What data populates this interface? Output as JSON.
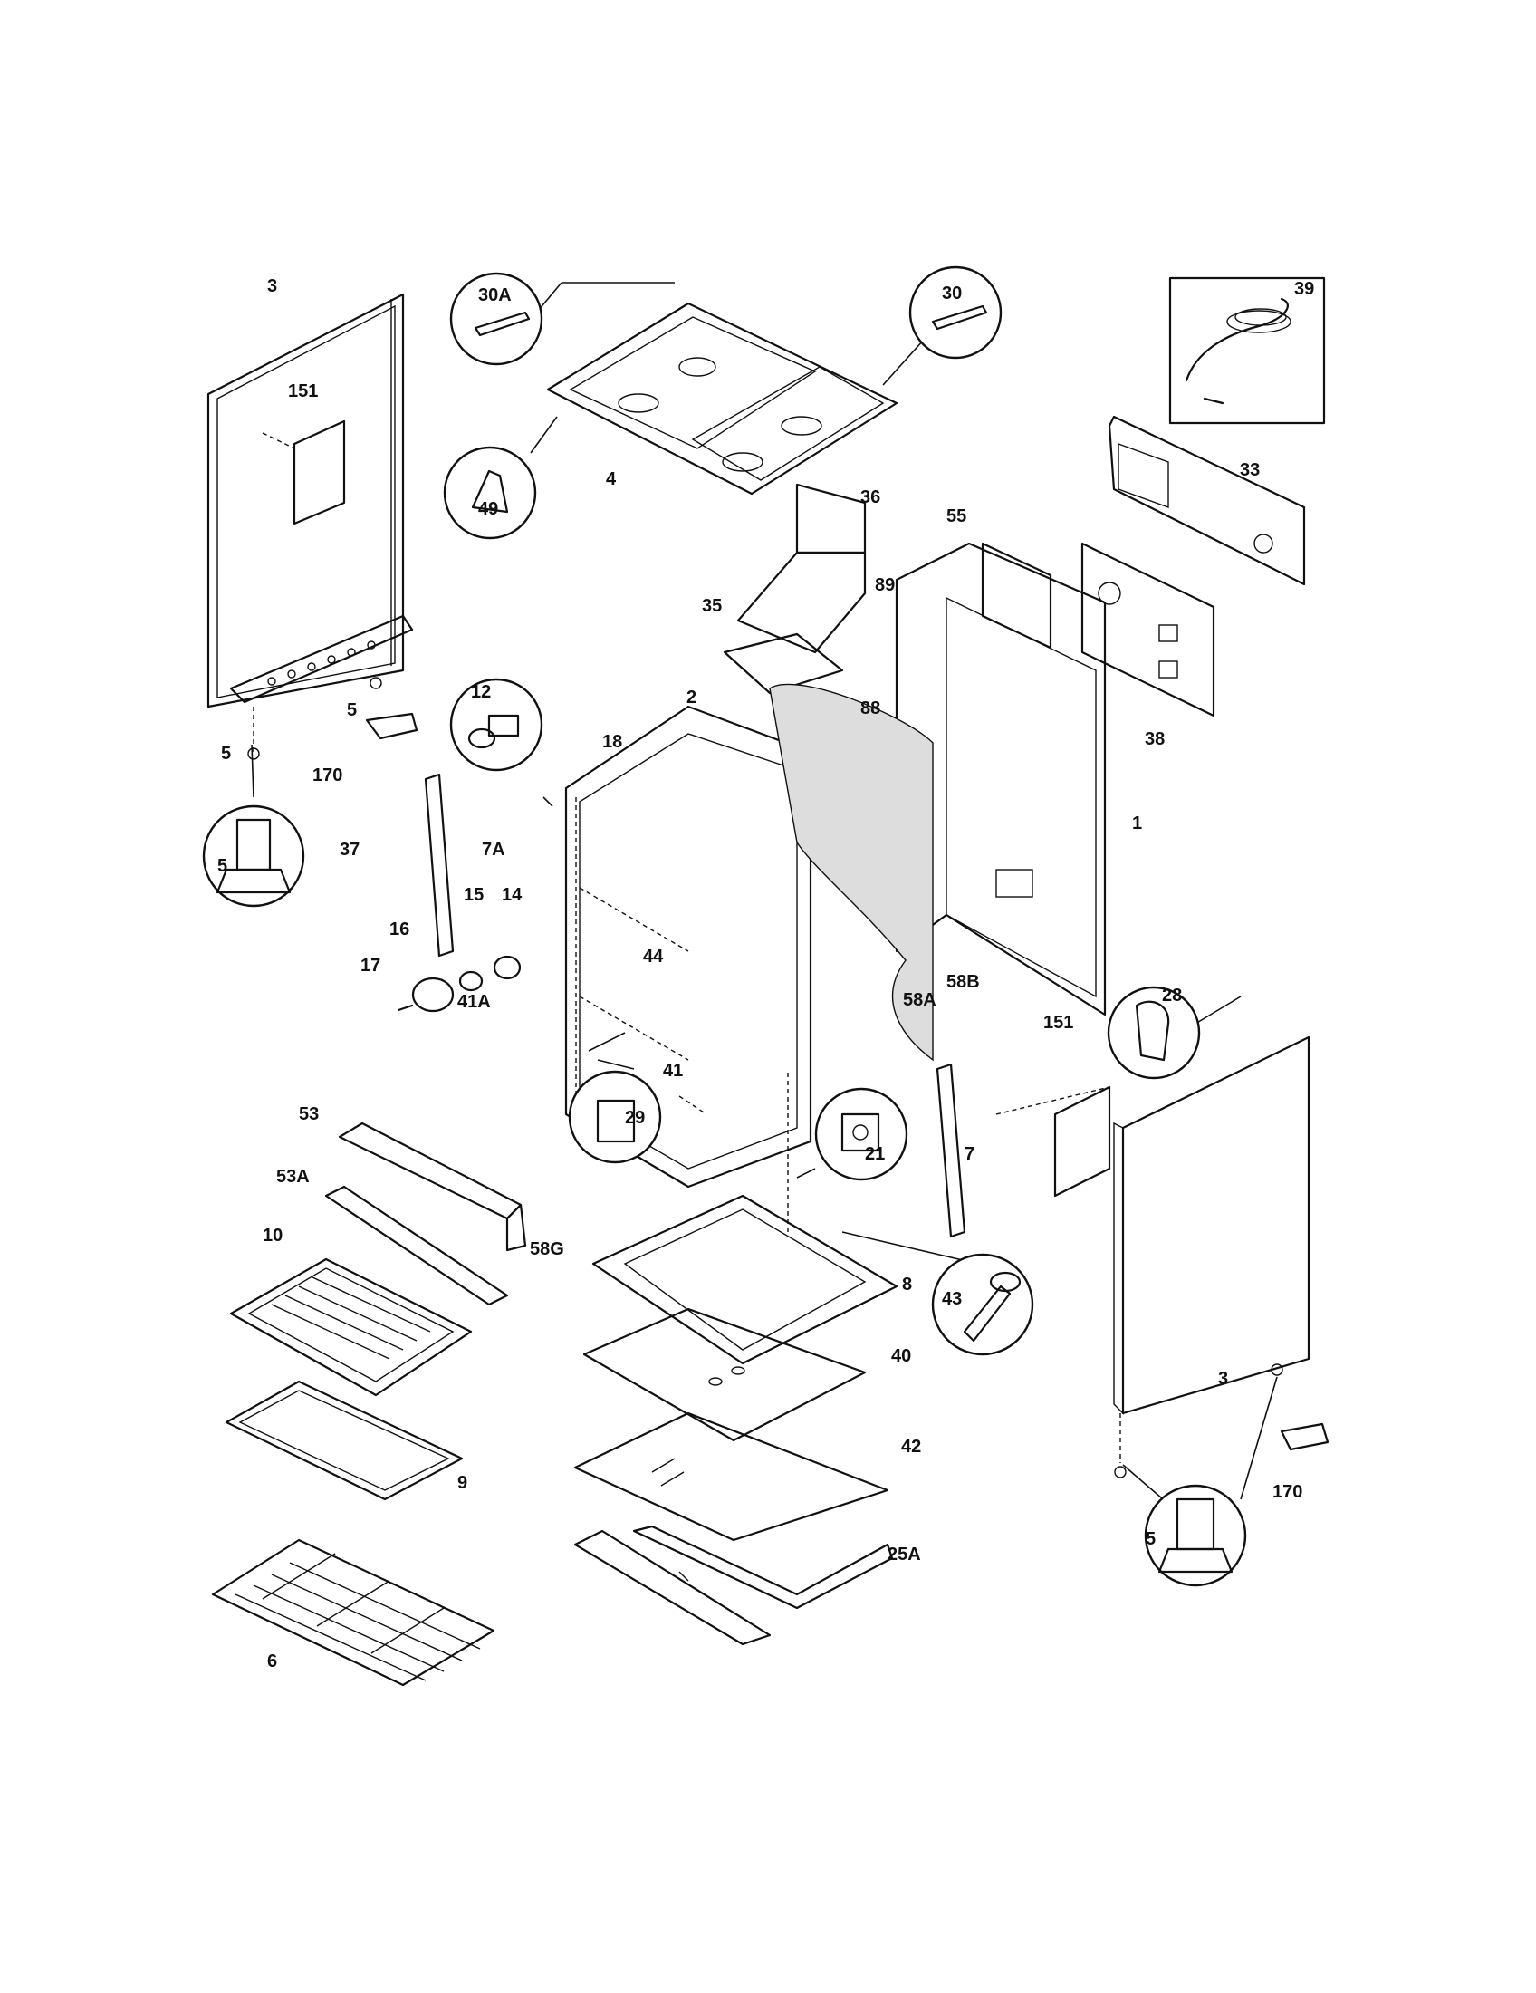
{
  "labels": {
    "l3a": "3",
    "l151a": "151",
    "l5a": "5",
    "l5b": "5",
    "l170a": "170",
    "l5circle1": "5",
    "l30A": "30A",
    "l30": "30",
    "l49": "49",
    "l4": "4",
    "l39": "39",
    "l33": "33",
    "l36": "36",
    "l55": "55",
    "l35": "35",
    "l89": "89",
    "l88": "88",
    "l38": "38",
    "l12": "12",
    "l2": "2",
    "l18": "18",
    "l1": "1",
    "l7A": "7A",
    "l37": "37",
    "l15": "15",
    "l14": "14",
    "l16": "16",
    "l17": "17",
    "l44": "44",
    "l41A": "41A",
    "l58A": "58A",
    "l58B": "58B",
    "l151b": "151",
    "l28": "28",
    "l41": "41",
    "l29": "29",
    "l21": "21",
    "l7": "7",
    "l53": "53",
    "l53A": "53A",
    "l58G": "58G",
    "l10": "10",
    "l8": "8",
    "l43": "43",
    "l40": "40",
    "l3b": "3",
    "l42": "42",
    "l9": "9",
    "l170b": "170",
    "l25A": "25A",
    "l5circle2": "5",
    "l6": "6"
  }
}
